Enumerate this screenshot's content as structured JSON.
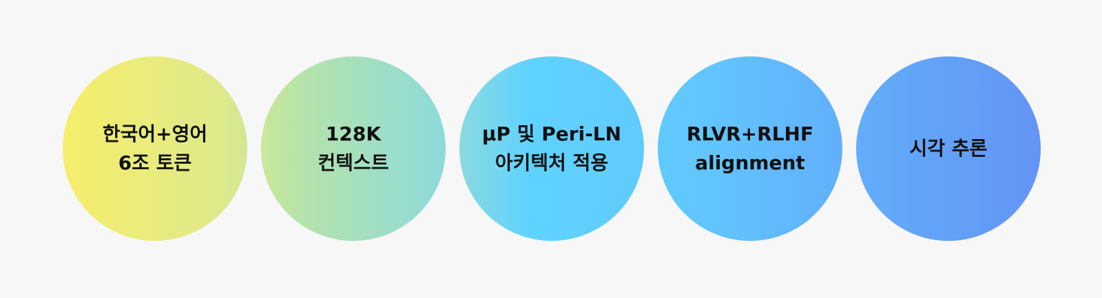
{
  "colors": {
    "background": "#f7f7f7",
    "text": "#111111",
    "gradient_start": "#fff060",
    "gradient_mid_green": "#b3e3ad",
    "gradient_mid_cyan": "#5fd3ff",
    "gradient_end": "#6390f4"
  },
  "circles": [
    {
      "line1": "한국어+영어",
      "line2": "6조 토큰"
    },
    {
      "line1": "128K",
      "line2": "컨텍스트"
    },
    {
      "line1": "μP 및 Peri-LN",
      "line2": "아키텍처 적용"
    },
    {
      "line1": "RLVR+RLHF",
      "line2": "alignment"
    },
    {
      "line1": "시각 추론",
      "line2": ""
    }
  ]
}
